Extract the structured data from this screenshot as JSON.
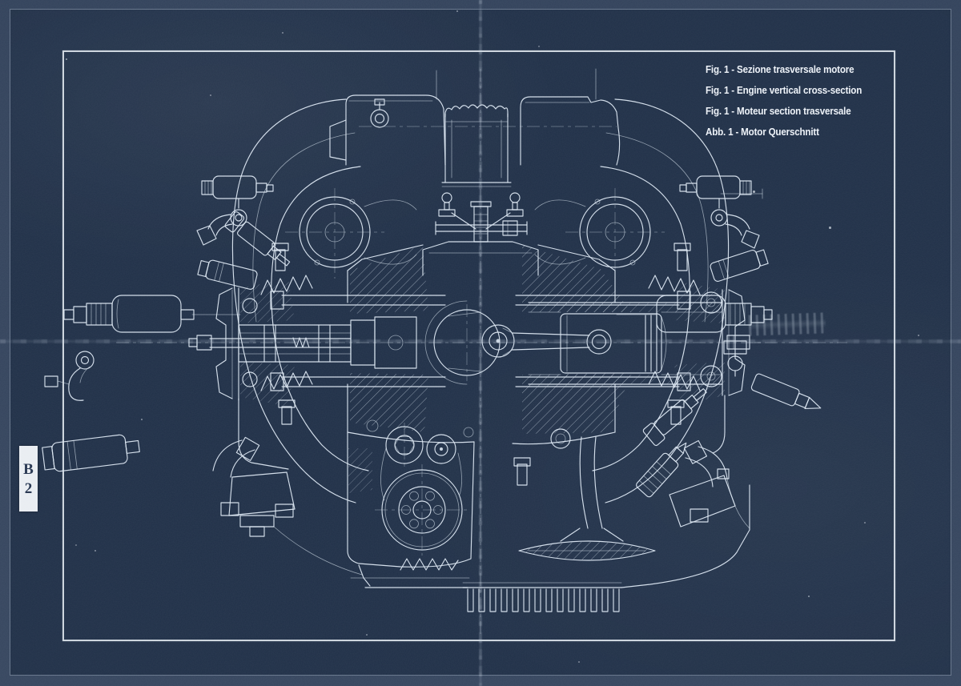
{
  "figure": {
    "number": "1",
    "subject": "engine-vertical-cross-section"
  },
  "caption_block": {
    "lines": [
      "Fig. 1 - Sezione trasversale motore",
      "Fig. 1 - Engine vertical cross-section",
      "Fig. 1 - Moteur section trasversale",
      "Abb. 1 - Motor Querschnitt"
    ]
  },
  "plate_label": {
    "letter": "B",
    "number": "2"
  },
  "colors": {
    "paper": "#203048",
    "paper_edge": "#32425b",
    "line": "#dce7f2",
    "frame_inner": "#e8eef5",
    "frame_outer": "#93a1b4",
    "caption_text": "#edf2f8",
    "plate_bg": "#e9edf2",
    "plate_text": "#263550",
    "fold": "#c7d3e2"
  }
}
